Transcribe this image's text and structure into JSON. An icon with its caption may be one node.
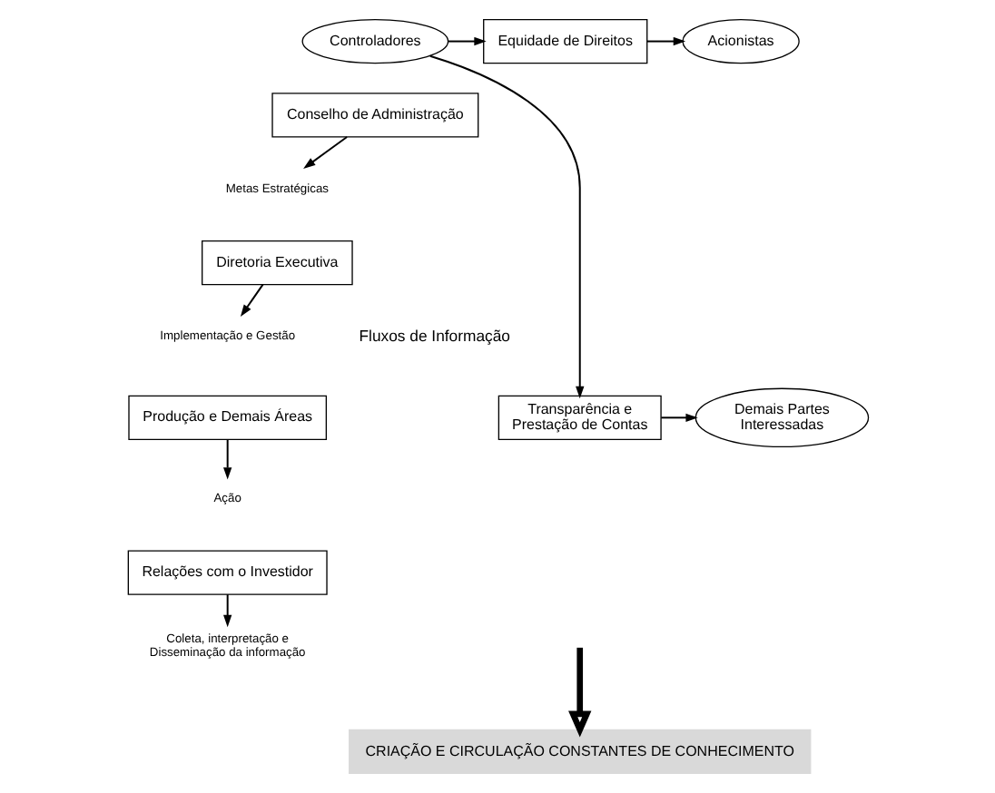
{
  "diagram": {
    "nodes": [
      {
        "text": [
          "Controladores"
        ]
      },
      {
        "text": [
          "Equidade de Direitos"
        ]
      },
      {
        "text": [
          "Acionistas"
        ]
      },
      {
        "text": [
          "Conselho de Administração"
        ]
      },
      {
        "text": [
          "Metas Estratégicas"
        ]
      },
      {
        "text": [
          "Diretoria Executiva"
        ]
      },
      {
        "text": [
          "Implementação e Gestão"
        ]
      },
      {
        "text": [
          "Produção e Demais Áreas"
        ]
      },
      {
        "text": [
          "Ação"
        ]
      },
      {
        "text": [
          "Relações com o Investidor"
        ]
      },
      {
        "text": [
          "Coleta, interpretação e Disseminação da informação"
        ]
      },
      {
        "text": [
          "Transparência e Prestação de Contas"
        ]
      },
      {
        "text": [
          "Demais Partes Interessadas"
        ]
      },
      {
        "text": [
          "CRIAÇÃO E CIRCULAÇÃO CONSTANTES DE CONHECIMENTO"
        ]
      }
    ],
    "edges": [
      {
        "from": 0,
        "to": 1,
        "arrow": "to"
      },
      {
        "from": 1,
        "to": 2,
        "arrow": "to"
      },
      {
        "from": 0,
        "to": 11,
        "arrow": "to"
      },
      {
        "from": 11,
        "to": 12,
        "arrow": "to"
      },
      {
        "from": 3,
        "to": 4,
        "arrow": "to"
      },
      {
        "from": 5,
        "to": 6,
        "arrow": "to"
      },
      {
        "from": 7,
        "to": 8,
        "arrow": "to"
      },
      {
        "from": 9,
        "to": 10,
        "arrow": "to"
      },
      {
        "from": null,
        "to": 13,
        "arrow": "to",
        "style": "thick"
      }
    ],
    "labels": [
      "Fluxos de Informação"
    ]
  }
}
